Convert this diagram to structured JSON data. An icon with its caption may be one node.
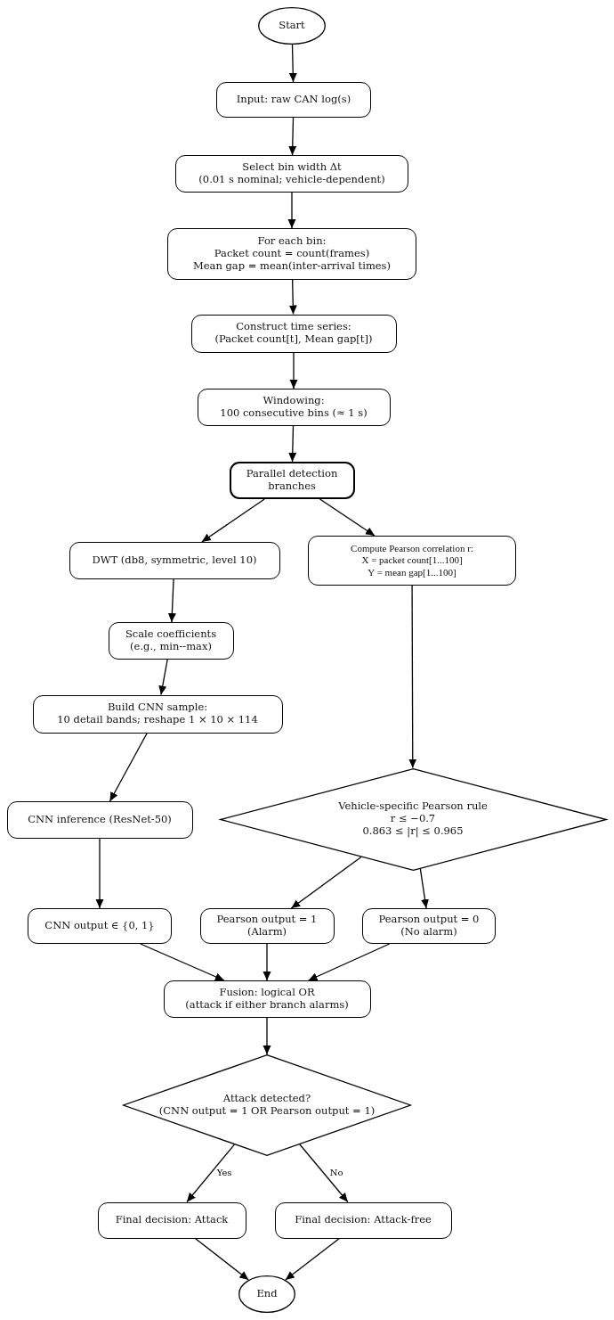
{
  "diagram": {
    "nodes": [
      {
        "text": [
          "Start"
        ]
      },
      {
        "text": [
          "Input: raw CAN log(s)"
        ]
      },
      {
        "text": [
          "Select bin width Δt",
          "(0.01 s nominal; vehicle-dependent)"
        ]
      },
      {
        "text": [
          "For each bin:",
          "Packet count = count(frames)",
          "Mean gap = mean(inter-arrival times)"
        ]
      },
      {
        "text": [
          "Construct time series:",
          "(Packet count[t], Mean gap[t])"
        ]
      },
      {
        "text": [
          "Windowing:",
          "100 consecutive bins (≈ 1 s)"
        ]
      },
      {
        "text": [
          "Parallel detection branches"
        ]
      },
      {
        "text": [
          "DWT (db8, symmetric, level 10)"
        ]
      },
      {
        "text": [
          "Compute Pearson correlation r:",
          "X = packet count[1...100]",
          "Y = mean gap[1...100]"
        ]
      },
      {
        "text": [
          "Scale coefficients",
          "(e.g., min--max)"
        ]
      },
      {
        "text": [
          "Build CNN sample:",
          "10 detail bands; reshape 1 × 10 × 114"
        ]
      },
      {
        "text": [
          "CNN inference (ResNet-50)"
        ]
      },
      {
        "text": [
          "Vehicle-specific Pearson rule",
          "r ≤ −0.7",
          "0.863 ≤ |r| ≤ 0.965"
        ]
      },
      {
        "text": [
          "CNN output ∈ {0, 1}"
        ]
      },
      {
        "text": [
          "Pearson output = 1",
          "(Alarm)"
        ]
      },
      {
        "text": [
          "Pearson output = 0",
          "(No alarm)"
        ]
      },
      {
        "text": [
          "Fusion: logical OR",
          "(attack if either branch alarms)"
        ]
      },
      {
        "text": [
          "Attack detected?",
          "(CNN output = 1 OR Pearson output = 1)"
        ]
      },
      {
        "text": [
          "Final decision: Attack"
        ]
      },
      {
        "text": [
          "Final decision: Attack-free"
        ]
      },
      {
        "text": [
          "End"
        ]
      }
    ],
    "edges": [
      {
        "from": 0,
        "to": 1,
        "arrow": "to"
      },
      {
        "from": 1,
        "to": 2,
        "arrow": "to"
      },
      {
        "from": 2,
        "to": 3,
        "arrow": "to"
      },
      {
        "from": 3,
        "to": 4,
        "arrow": "to"
      },
      {
        "from": 4,
        "to": 5,
        "arrow": "to"
      },
      {
        "from": 5,
        "to": 6,
        "arrow": "to"
      },
      {
        "from": 6,
        "to": 7,
        "arrow": "to"
      },
      {
        "from": 6,
        "to": 8,
        "arrow": "to"
      },
      {
        "from": 7,
        "to": 9,
        "arrow": "to"
      },
      {
        "from": 9,
        "to": 10,
        "arrow": "to"
      },
      {
        "from": 10,
        "to": 11,
        "arrow": "to"
      },
      {
        "from": 8,
        "to": 12,
        "arrow": "to"
      },
      {
        "from": 11,
        "to": 13,
        "arrow": "to"
      },
      {
        "from": 12,
        "to": 14,
        "arrow": "to"
      },
      {
        "from": 12,
        "to": 15,
        "arrow": "to"
      },
      {
        "from": 13,
        "to": 16,
        "arrow": "to"
      },
      {
        "from": 14,
        "to": 16,
        "arrow": "to"
      },
      {
        "from": 15,
        "to": 16,
        "arrow": "to"
      },
      {
        "from": 16,
        "to": 17,
        "arrow": "to"
      },
      {
        "from": 17,
        "to": 18,
        "label": "Yes",
        "arrow": "to"
      },
      {
        "from": 17,
        "to": 19,
        "label": "No",
        "arrow": "to"
      },
      {
        "from": 18,
        "to": 20,
        "arrow": "to"
      },
      {
        "from": 19,
        "to": 20,
        "arrow": "to"
      }
    ]
  }
}
